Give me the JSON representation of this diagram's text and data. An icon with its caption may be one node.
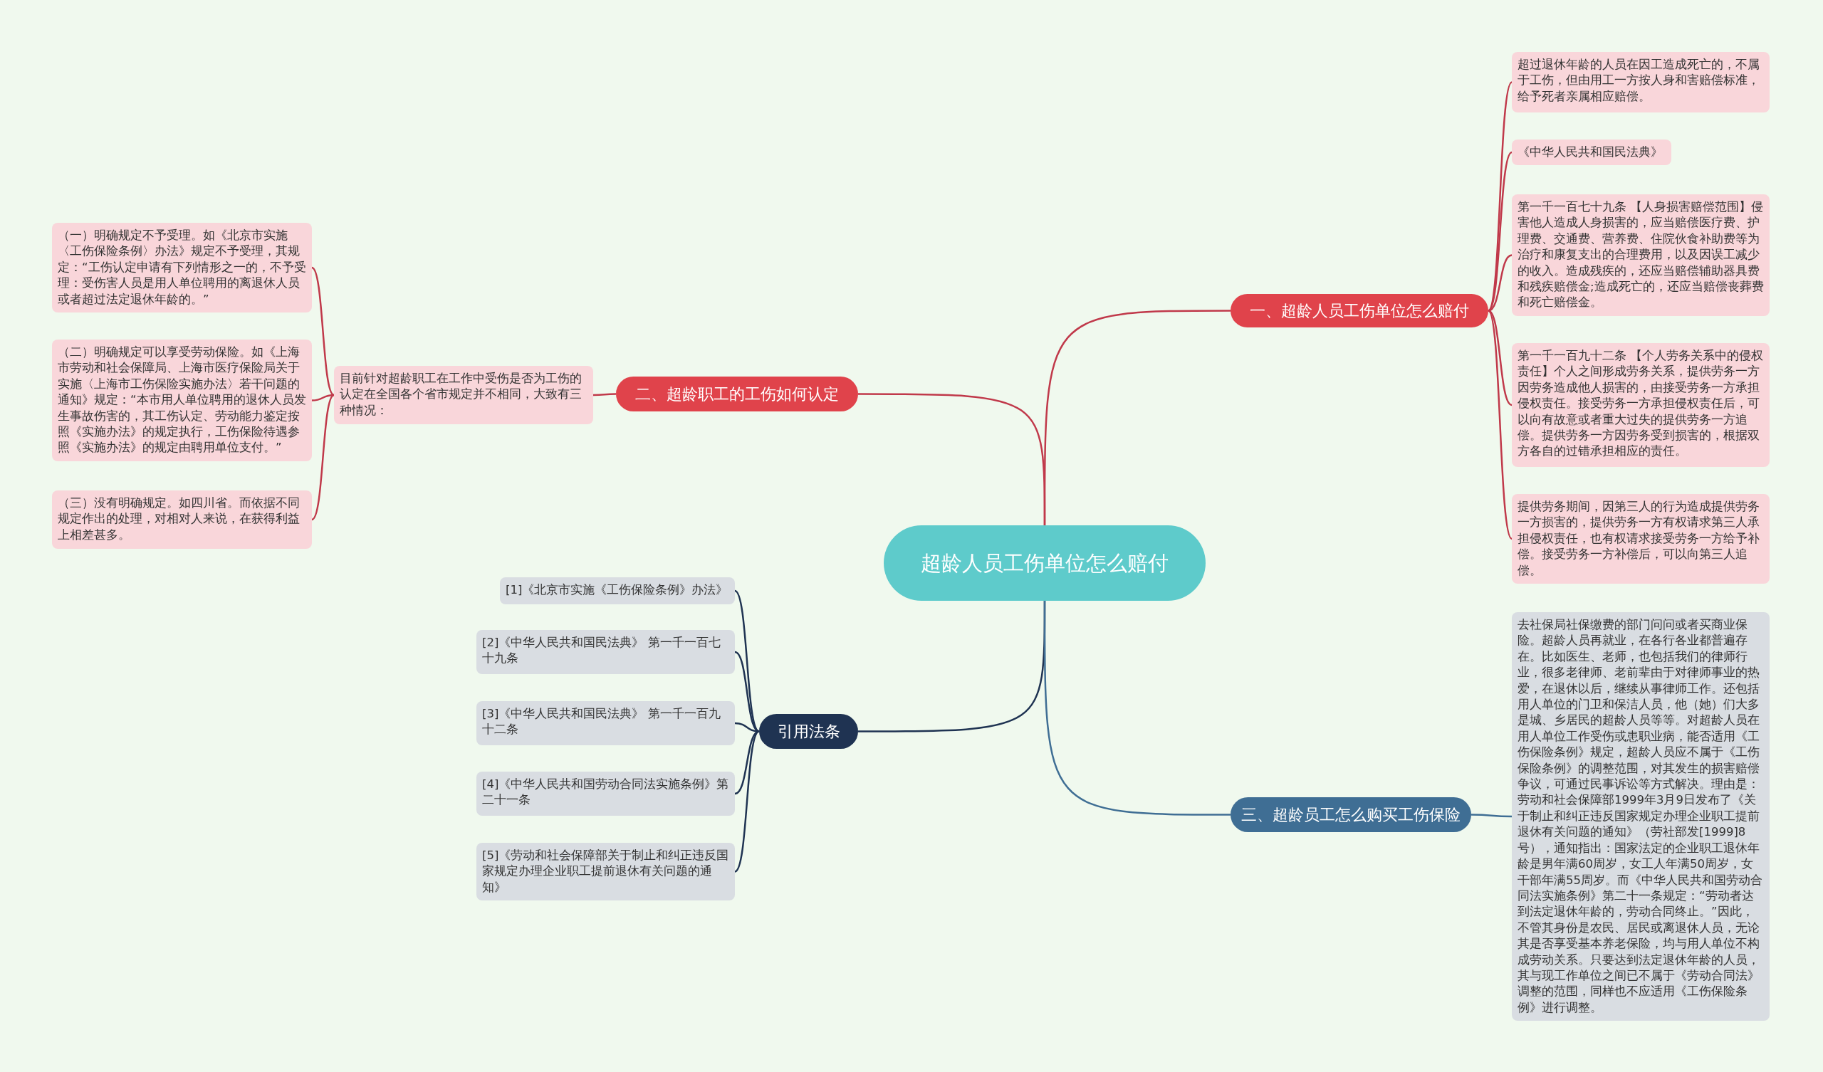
{
  "diagram": {
    "nodes": [
      {
        "text": [
          "超龄人员工伤单位怎么赔付"
        ]
      },
      {
        "text": [
          "一、超龄人员工伤单位怎么赔付"
        ]
      },
      {
        "text": [
          "超过退休年龄的人员在因工造成死亡的，不属于工伤，但由用工一方按人身和害赔偿标准，给予死者亲属相应赔偿。"
        ]
      },
      {
        "text": [
          "《中华人民共和国民法典》"
        ]
      },
      {
        "text": [
          "第一千一百七十九条 【人身损害赔偿范围】侵害他人造成人身损害的，应当赔偿医疗费、护理费、交通费、营养费、住院伙食补助费等为治疗和康复支出的合理费用，以及因误工减少的收入。造成残疾的，还应当赔偿辅助器具费和残疾赔偿金;造成死亡的，还应当赔偿丧葬费和死亡赔偿金。"
        ]
      },
      {
        "text": [
          "第一千一百九十二条 【个人劳务关系中的侵权责任】个人之间形成劳务关系，提供劳务一方因劳务造成他人损害的，由接受劳务一方承担侵权责任。接受劳务一方承担侵权责任后，可以向有故意或者重大过失的提供劳务一方追偿。提供劳务一方因劳务受到损害的，根据双方各自的过错承担相应的责任。"
        ]
      },
      {
        "text": [
          "提供劳务期间，因第三人的行为造成提供劳务一方损害的，提供劳务一方有权请求第三人承担侵权责任，也有权请求接受劳务一方给予补偿。接受劳务一方补偿后，可以向第三人追偿。"
        ]
      },
      {
        "text": [
          "二、超龄职工的工伤如何认定"
        ]
      },
      {
        "text": [
          "目前针对超龄职工在工作中受伤是否为工伤的认定在全国各个省市规定并不相同，大致有三种情况："
        ]
      },
      {
        "text": [
          "（一）明确规定不予受理。如《北京市实施〈工伤保险条例〉办法》规定不予受理，其规定：“工伤认定申请有下列情形之一的，不予受理：受伤害人员是用人单位聘用的离退休人员或者超过法定退休年龄的。”"
        ]
      },
      {
        "text": [
          "（二）明确规定可以享受劳动保险。如《上海市劳动和社会保障局、上海市医疗保险局关于实施〈上海市工伤保险实施办法〉若干问题的通知》规定：“本市用人单位聘用的退休人员发生事故伤害的，其工伤认定、劳动能力鉴定按照《实施办法》的规定执行，工伤保险待遇参照《实施办法》的规定由聘用单位支付。”"
        ]
      },
      {
        "text": [
          "（三）没有明确规定。如四川省。而依据不同规定作出的处理，对相对人来说，在获得利益上相差甚多。"
        ]
      },
      {
        "text": [
          "引用法条"
        ]
      },
      {
        "text": [
          "[1]《北京市实施《工伤保险条例》办法》"
        ]
      },
      {
        "text": [
          "[2]《中华人民共和国民法典》 第一千一百七十九条"
        ]
      },
      {
        "text": [
          "[3]《中华人民共和国民法典》 第一千一百九十二条"
        ]
      },
      {
        "text": [
          "[4]《中华人民共和国劳动合同法实施条例》第二十一条"
        ]
      },
      {
        "text": [
          "[5]《劳动和社会保障部关于制止和纠正违反国家规定办理企业职工提前退休有关问题的通知》"
        ]
      },
      {
        "text": [
          "三、超龄员工怎么购买工伤保险"
        ]
      },
      {
        "text": [
          "去社保局社保缴费的部门问问或者买商业保险。超龄人员再就业，在各行各业都普遍存在。比如医生、老师，也包括我们的律师行业，很多老律师、老前辈由于对律师事业的热爱，在退休以后，继续从事律师工作。还包括用人单位的门卫和保洁人员，他（她）们大多是城、乡居民的超龄人员等等。对超龄人员在用人单位工作受伤或患职业病，能否适用《工伤保险条例》规定，超龄人员应不属于《工伤保险条例》的调整范围，对其发生的损害赔偿争议，可通过民事诉讼等方式解决。理由是：劳动和社会保障部1999年3月9日发布了《关于制止和纠正违反国家规定办理企业职工提前退休有关问题的通知》（劳社部发[1999]8号），通知指出：国家法定的企业职工退休年龄是男年满60周岁，女工人年满50周岁，女干部年满55周岁。而《中华人民共和国劳动合同法实施条例》第二十一条规定：“劳动者达到法定退休年龄的，劳动合同终止。”因此，不管其身份是农民、居民或离退休人员，无论其是否享受基本养老保险，均与用人单位不构成劳动关系。只要达到法定退休年龄的人员，其与现工作单位之间已不属于《劳动合同法》调整的范围，同样也不应适用《工伤保险条例》进行调整。"
        ]
      }
    ],
    "edges": [
      {
        "from": 0,
        "to": 1,
        "arrow": "none"
      },
      {
        "from": 1,
        "to": 2,
        "arrow": "none"
      },
      {
        "from": 1,
        "to": 3,
        "arrow": "none"
      },
      {
        "from": 1,
        "to": 4,
        "arrow": "none"
      },
      {
        "from": 1,
        "to": 5,
        "arrow": "none"
      },
      {
        "from": 1,
        "to": 6,
        "arrow": "none"
      },
      {
        "from": 0,
        "to": 7,
        "arrow": "none"
      },
      {
        "from": 7,
        "to": 8,
        "arrow": "none"
      },
      {
        "from": 8,
        "to": 9,
        "arrow": "none"
      },
      {
        "from": 8,
        "to": 10,
        "arrow": "none"
      },
      {
        "from": 8,
        "to": 11,
        "arrow": "none"
      },
      {
        "from": 0,
        "to": 12,
        "arrow": "none",
        "color": "#1f3352"
      },
      {
        "from": 12,
        "to": 13,
        "arrow": "none",
        "color": "#1f3352"
      },
      {
        "from": 12,
        "to": 14,
        "arrow": "none",
        "color": "#1f3352"
      },
      {
        "from": 12,
        "to": 15,
        "arrow": "none",
        "color": "#1f3352"
      },
      {
        "from": 12,
        "to": 16,
        "arrow": "none",
        "color": "#1f3352"
      },
      {
        "from": 12,
        "to": 17,
        "arrow": "none",
        "color": "#1f3352"
      },
      {
        "from": 0,
        "to": 18,
        "arrow": "none",
        "color": "#3f6e94"
      },
      {
        "from": 18,
        "to": 19,
        "arrow": "none",
        "color": "#3f6e94"
      }
    ]
  }
}
